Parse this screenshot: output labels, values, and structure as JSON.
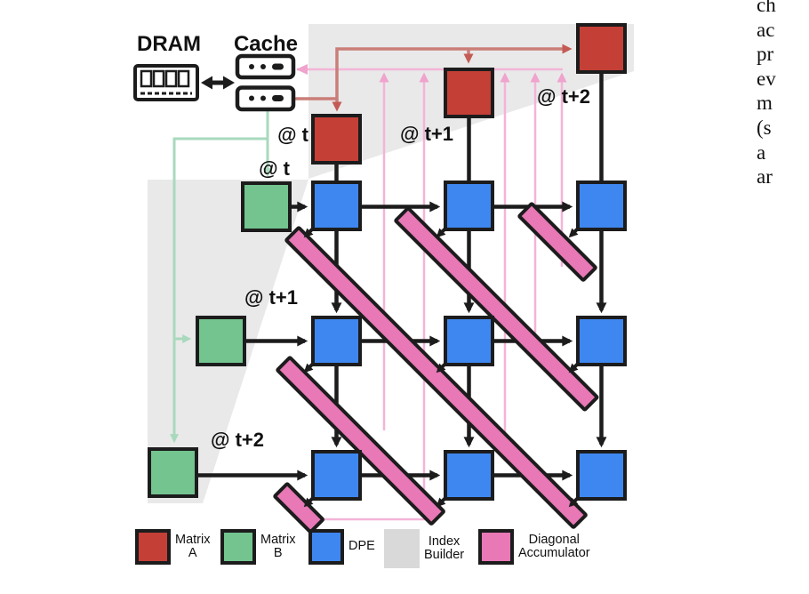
{
  "colors": {
    "matrix_a": "#C43F36",
    "matrix_b": "#73C48F",
    "dpe": "#3E87F0",
    "accumulator": "#E878B6",
    "index_builder": "#E9E9E9",
    "legend_gray": "#D9D9D9",
    "pink_line": "#F3B4D8",
    "pink_arrow": "#EFA3CD",
    "red_line": "#CA7E78",
    "red_arrow": "#C35B54",
    "green_line": "#A9D9BD",
    "ink": "#1C1C1C"
  },
  "memory": {
    "dram": "DRAM",
    "cache": "Cache"
  },
  "timing": {
    "a_t": "@ t",
    "b_t": "@ t",
    "a_t1": "@ t+1",
    "a_t2": "@ t+2",
    "b_t1": "@ t+1",
    "b_t2": "@ t+2"
  },
  "legend": {
    "items": [
      {
        "line1": "Matrix",
        "line2": "A"
      },
      {
        "line1": "Matrix",
        "line2": "B"
      },
      {
        "line1": "DPE",
        "line2": ""
      },
      {
        "line1": "Index",
        "line2": "Builder"
      },
      {
        "line1": "Diagonal",
        "line2": "Accumulator"
      }
    ]
  },
  "side_text": {
    "lines": [
      "ch",
      "ac",
      "pr",
      "ev",
      "m",
      "(s",
      "a",
      "ar"
    ]
  }
}
